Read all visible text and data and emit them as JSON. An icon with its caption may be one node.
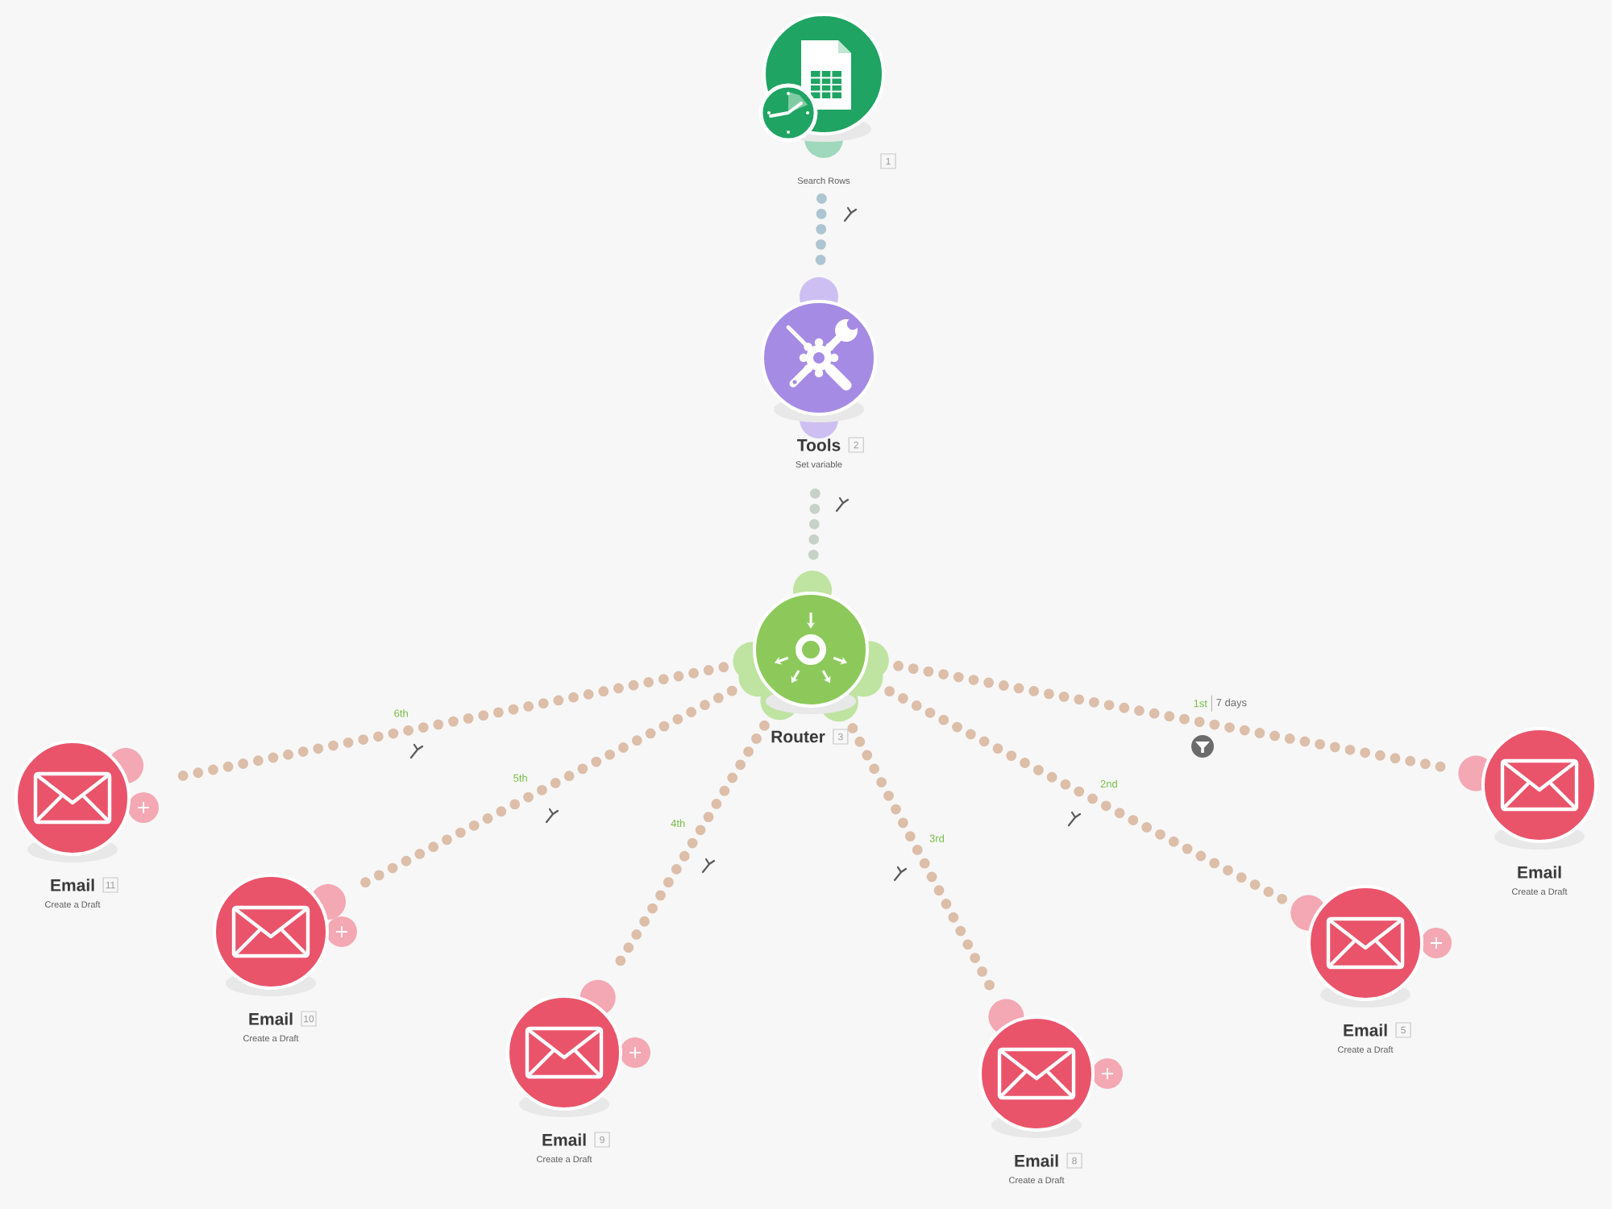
{
  "diagram": {
    "nodes": [
      {
        "text": [
          "1",
          "Search Rows"
        ]
      },
      {
        "text": [
          "Tools",
          "2",
          "Set variable"
        ]
      },
      {
        "text": [
          "Router",
          "3"
        ]
      },
      {
        "text": [
          "Email",
          "11",
          "Create a Draft"
        ]
      },
      {
        "text": [
          "Email",
          "10",
          "Create a Draft"
        ]
      },
      {
        "text": [
          "Email",
          "9",
          "Create a Draft"
        ]
      },
      {
        "text": [
          "Email",
          "8",
          "Create a Draft"
        ]
      },
      {
        "text": [
          "Email",
          "5",
          "Create a Draft"
        ]
      },
      {
        "text": [
          "Email",
          "Create a Draft"
        ]
      }
    ],
    "edges": [
      {
        "from": 0,
        "to": 1,
        "arrow": "none"
      },
      {
        "from": 1,
        "to": 2,
        "arrow": "none"
      },
      {
        "from": 2,
        "to": 3,
        "arrow": "none",
        "label": "6th"
      },
      {
        "from": 2,
        "to": 4,
        "arrow": "none",
        "label": "5th"
      },
      {
        "from": 2,
        "to": 5,
        "arrow": "none",
        "label": "4th"
      },
      {
        "from": 2,
        "to": 6,
        "arrow": "none",
        "label": "3rd"
      },
      {
        "from": 2,
        "to": 7,
        "arrow": "none",
        "label": "2nd"
      },
      {
        "from": 2,
        "to": 8,
        "arrow": "none",
        "label": "1st"
      }
    ],
    "labels": [
      "7 days"
    ]
  }
}
